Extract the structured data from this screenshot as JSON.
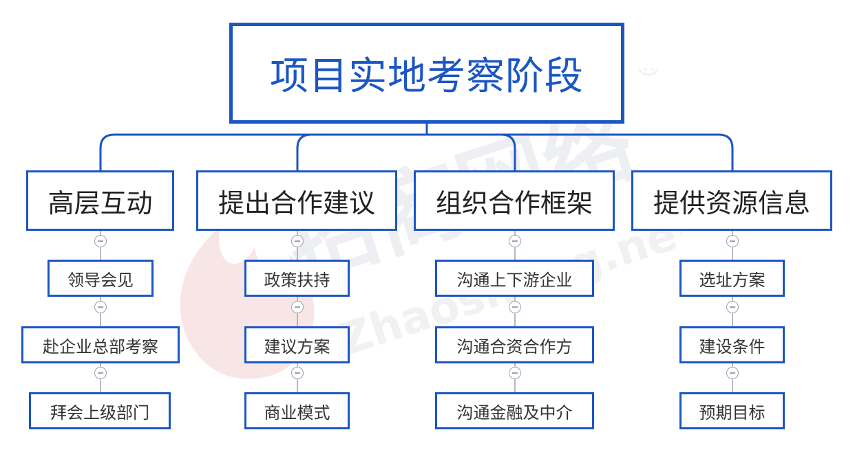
{
  "root": {
    "label": "项目实地考察阶段"
  },
  "categories": [
    {
      "label": "高层互动",
      "items": [
        "领导会见",
        "赴企业总部考察",
        "拜会上级部门"
      ]
    },
    {
      "label": "提出合作建议",
      "items": [
        "政策扶持",
        "建议方案",
        "商业模式"
      ]
    },
    {
      "label": "组织合作框架",
      "items": [
        "沟通上下游企业",
        "沟通合资合作方",
        "沟通金融及中介"
      ]
    },
    {
      "label": "提供资源信息",
      "items": [
        "选址方案",
        "建设条件",
        "预期目标"
      ]
    }
  ],
  "watermark": {
    "text": "招商网络",
    "latin": "Zhaoshang.net",
    "mark": "®"
  },
  "colors": {
    "accent": "#1a56c4",
    "connector": "#9aa3ad",
    "watermark": "#d9dde3"
  }
}
